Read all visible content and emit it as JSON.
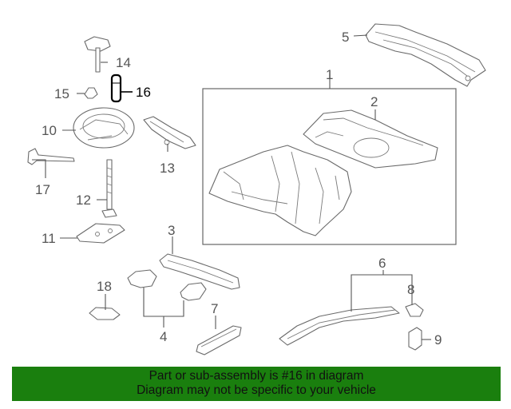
{
  "callouts": {
    "c1": "1",
    "c2": "2",
    "c3": "3",
    "c4": "4",
    "c5": "5",
    "c6": "6",
    "c7": "7",
    "c8": "8",
    "c9": "9",
    "c10": "10",
    "c11": "11",
    "c12": "12",
    "c13": "13",
    "c14": "14",
    "c15": "15",
    "c16": "16",
    "c17": "17",
    "c18": "18"
  },
  "highlight": {
    "part": "16",
    "color": "#000000"
  },
  "footer": {
    "line1": "Part or sub-assembly is #16 in diagram",
    "line2": "Diagram may not be specific to your vehicle",
    "background": "#1a7f0e"
  }
}
